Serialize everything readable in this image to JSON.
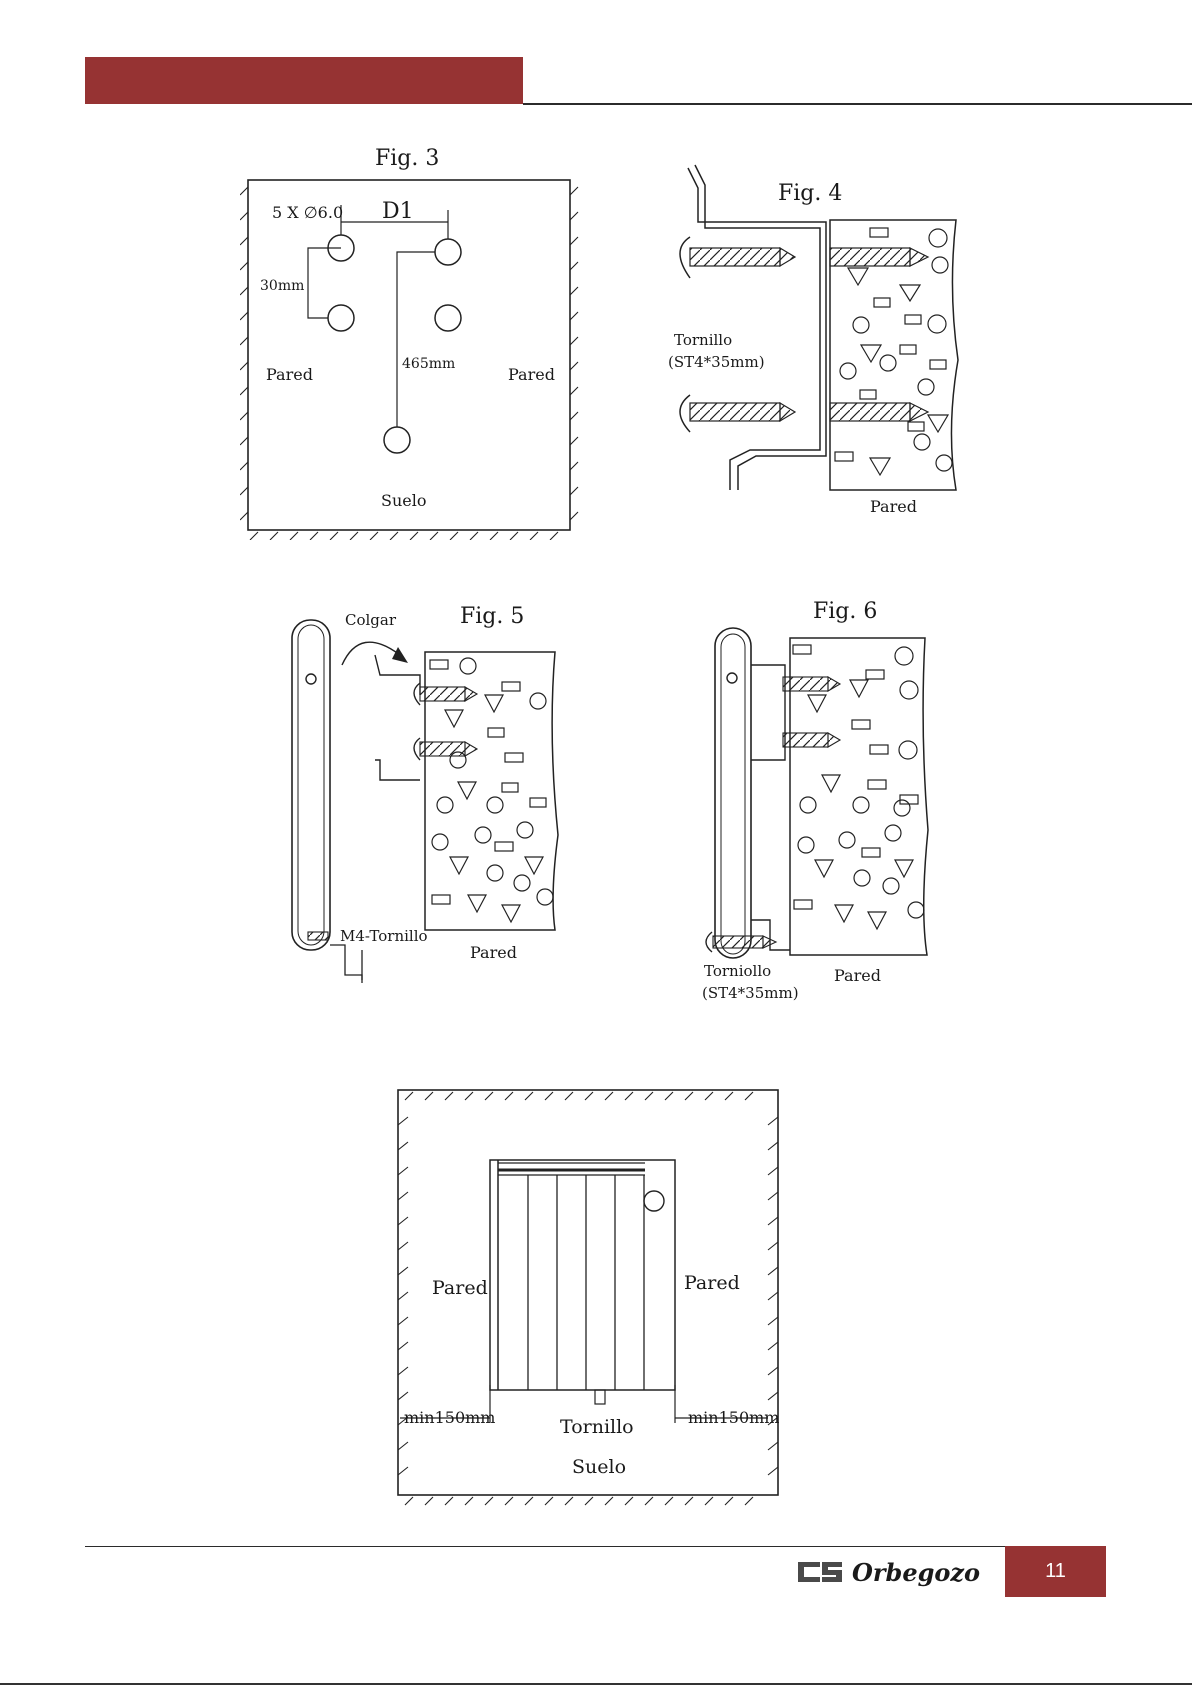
{
  "colors": {
    "accent": "#963333",
    "line": "#1a1a1a"
  },
  "figures": {
    "fig3": {
      "title": "Fig. 3",
      "holes": "5 X ∅6.0",
      "d1": "D1",
      "dim_30": "30mm",
      "dim_465": "465mm",
      "wall_left": "Pared",
      "wall_right": "Pared",
      "floor": "Suelo"
    },
    "fig4": {
      "title": "Fig. 4",
      "screw_1": "Tornillo",
      "screw_2": "(ST4*35mm)",
      "wall": "Pared"
    },
    "fig5": {
      "title": "Fig. 5",
      "hang": "Colgar",
      "screw": "M4-Tornillo",
      "wall": "Pared"
    },
    "fig6": {
      "title": "Fig. 6",
      "screw_1": "Torniollo",
      "screw_2": "(ST4*35mm)",
      "wall": "Pared"
    },
    "fig7": {
      "wall_left": "Pared",
      "wall_right": "Pared",
      "min_left": "min150mm",
      "min_right": "min150mm",
      "screw": "Tornillo",
      "floor": "Suelo"
    }
  },
  "footer": {
    "brand": "Orbegozo",
    "page_number": "11"
  }
}
